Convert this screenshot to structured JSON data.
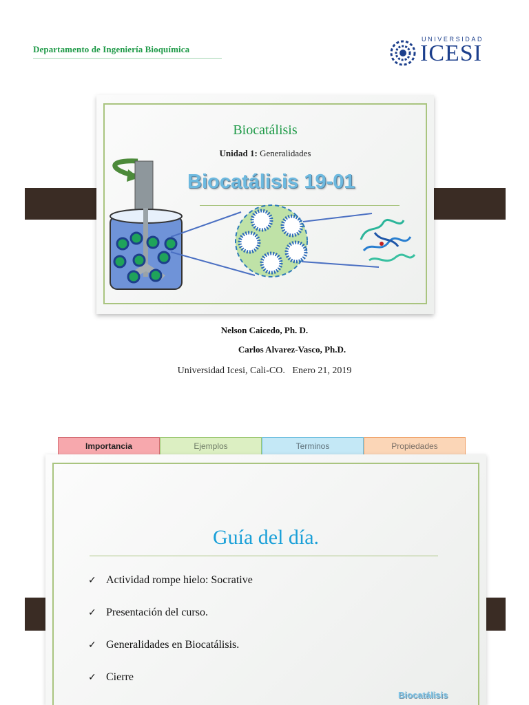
{
  "header": {
    "department": "Departamento de Ingeniería Bioquímica",
    "logo_top": "UNIVERSIDAD",
    "logo_main": "ICESI"
  },
  "slide1": {
    "title": "Biocatálisis",
    "unit_label": "Unidad 1:",
    "unit_name": "Generalidades",
    "banner": "Biocatálisis 19-01"
  },
  "authors": {
    "author1": "Nelson Caicedo, Ph. D.",
    "author2": "Carlos Alvarez-Vasco, Ph.D.",
    "affiliation": "Universidad Icesi, Cali-CO.",
    "date": "Enero 21, 2019"
  },
  "tabs": [
    {
      "label": "Importancia",
      "bg": "#f7a8ad",
      "border": "#d46a72",
      "color": "#222222"
    },
    {
      "label": "Ejemplos",
      "bg": "#dcefc2",
      "border": "#9cc872",
      "color": "#6e7a66"
    },
    {
      "label": "Terminos",
      "bg": "#c4e8f6",
      "border": "#6fc0e0",
      "color": "#5d6f78"
    },
    {
      "label": "Propiedades",
      "bg": "#fbd6b7",
      "border": "#f0a46c",
      "color": "#7a6f66"
    }
  ],
  "slide2": {
    "title": "Guía del día.",
    "items": [
      "Actividad rompe hielo: Socrative",
      "Presentación del curso.",
      "Generalidades en Biocatálisis.",
      "Cierre"
    ],
    "footer": "Biocatálisis"
  }
}
